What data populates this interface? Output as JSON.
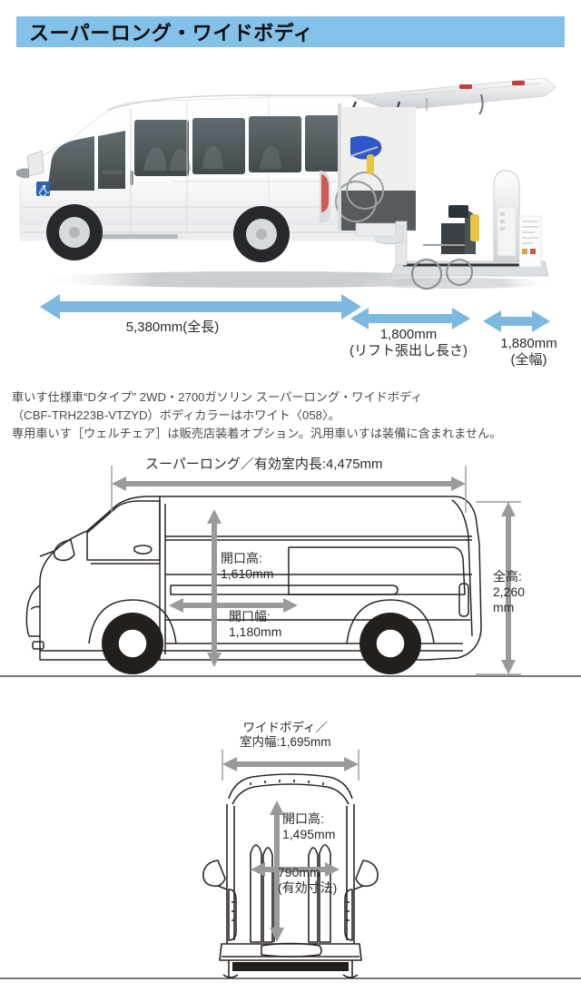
{
  "header": {
    "title": "スーパーロング・ワイドボディ",
    "bar_color": "#84c1e8"
  },
  "photo": {
    "alt_name": "wheelchair-lift-van-photo",
    "body_color": "#ffffff",
    "badge": "wheelchair-accessibility-badge"
  },
  "photo_dimensions": [
    {
      "id": "overall-length",
      "value": "5,380mm(全長)",
      "line1": "5,380mm(全長)",
      "line2": "",
      "arrow_color": "#7cb8df"
    },
    {
      "id": "lift-extension-length",
      "value": "1,800mm",
      "line1": "1,800mm",
      "line2": "(リフト張出し長さ)",
      "arrow_color": "#7cb8df"
    },
    {
      "id": "overall-width",
      "value": "1,880mm",
      "line1": "1,880mm",
      "line2": "(全幅)",
      "arrow_color": "#7cb8df"
    }
  ],
  "spec_note": {
    "line1": "車いす仕様車“Dタイプ” 2WD・2700ガソリン スーパーロング・ワイドボディ",
    "line2": "（CBF-TRH223B-VTZYD）ボディカラーはホワイト〈058〉。",
    "line3": "専用車いす［ウェルチェア］は販売店装着オプション。汎用車いすは装備に含まれません。"
  },
  "side_view": {
    "name": "side-view-line-drawing",
    "arrow_color": "#9a9a9a",
    "interior_length": "スーパーロング／有効室内長:4,475mm",
    "opening_height": {
      "label": "開口高:",
      "value": "1,610mm"
    },
    "opening_width": {
      "label": "開口幅:",
      "value": "1,180mm"
    },
    "overall_height": {
      "label": "全高:",
      "value": "2,260",
      "unit": "mm"
    }
  },
  "rear_view": {
    "name": "rear-view-line-drawing",
    "arrow_color": "#9a9a9a",
    "body_width_line1": "ワイドボディ／",
    "body_width_line2": "室内幅:1,695mm",
    "opening_height": {
      "label": "開口高:",
      "value": "1,495mm"
    },
    "effective_width": {
      "value": "790mm",
      "note": "(有効寸法)"
    }
  }
}
